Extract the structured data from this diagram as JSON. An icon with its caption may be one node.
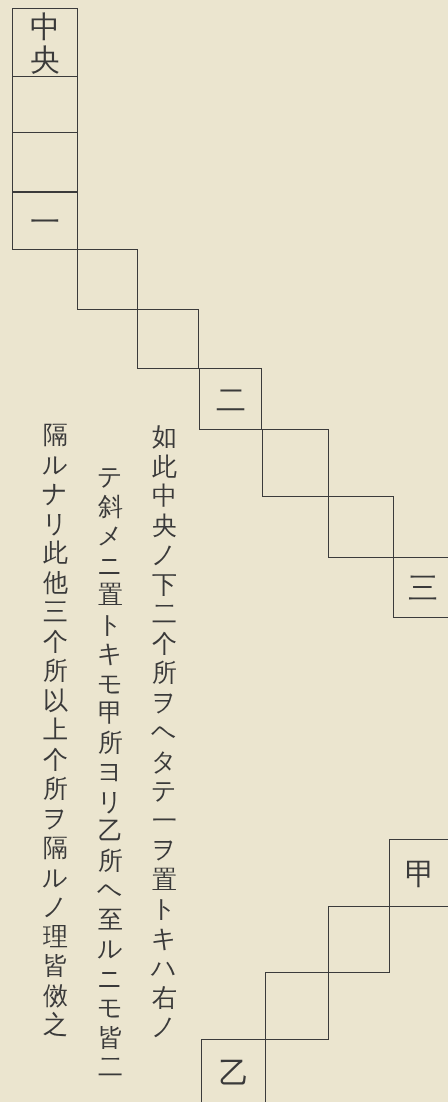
{
  "diagram": {
    "nodes": [
      {
        "text": [
          "中央"
        ]
      },
      {
        "text": [],
        "shape": "box"
      },
      {
        "text": [],
        "shape": "box"
      },
      {
        "text": [
          "一"
        ]
      },
      {
        "text": [],
        "shape": "box"
      },
      {
        "text": [],
        "shape": "box"
      },
      {
        "text": [
          "二"
        ]
      },
      {
        "text": [],
        "shape": "box"
      },
      {
        "text": [],
        "shape": "box"
      },
      {
        "text": [
          "三"
        ]
      },
      {
        "text": [
          "甲"
        ]
      },
      {
        "text": [],
        "shape": "box"
      },
      {
        "text": [],
        "shape": "box"
      },
      {
        "text": [
          "乙"
        ]
      }
    ],
    "labels": [
      "如此中央ノ下二个所ヲヘタテ一ヲ置トキハ右ノ",
      "テ斜メニ置トキモ甲所ヨリ乙所ヘ至ルニモ皆二",
      "隔ルナリ此他三个所以上个所ヲ隔ルノ理皆傚之"
    ]
  }
}
